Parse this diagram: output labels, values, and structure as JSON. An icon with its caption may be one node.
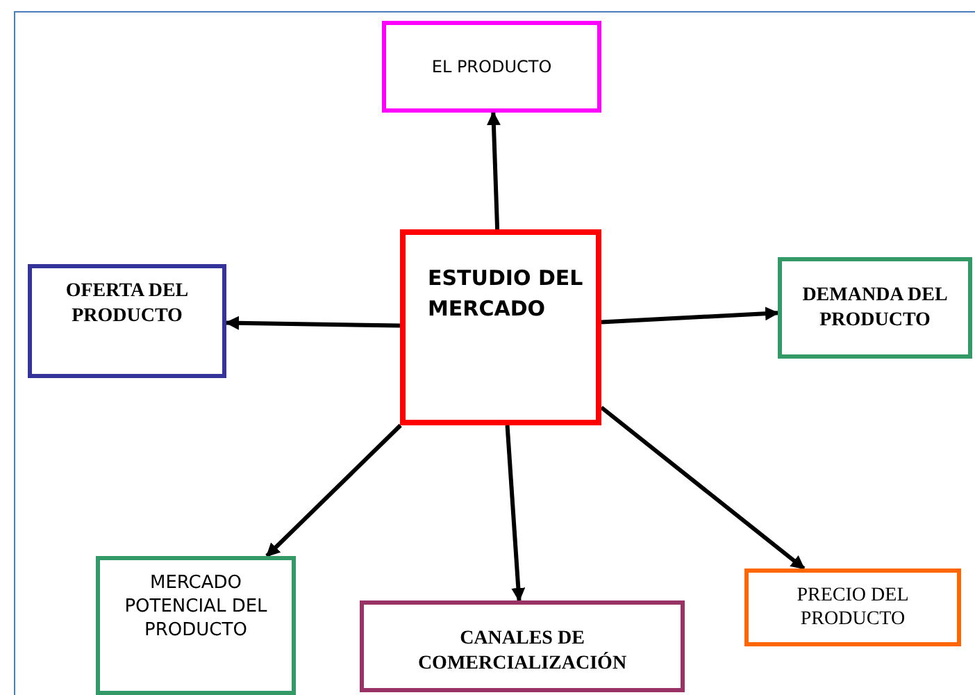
{
  "diagram": {
    "nodes": [
      {
        "text": [
          "ESTUDIO DEL MERCADO"
        ]
      },
      {
        "text": [
          "EL PRODUCTO"
        ]
      },
      {
        "text": [
          "OFERTA DEL PRODUCTO"
        ]
      },
      {
        "text": [
          "DEMANDA DEL PRODUCTO"
        ]
      },
      {
        "text": [
          "MERCADO POTENCIAL DEL PRODUCTO"
        ]
      },
      {
        "text": [
          "CANALES DE COMERCIALIZACIÓN"
        ]
      },
      {
        "text": [
          "PRECIO DEL PRODUCTO"
        ]
      }
    ],
    "edges": [
      {
        "from": 0,
        "to": 1,
        "arrow": "to"
      },
      {
        "from": 0,
        "to": 2,
        "arrow": "to"
      },
      {
        "from": 0,
        "to": 3,
        "arrow": "to"
      },
      {
        "from": 0,
        "to": 4,
        "arrow": "to"
      },
      {
        "from": 0,
        "to": 5,
        "arrow": "to"
      },
      {
        "from": 0,
        "to": 6,
        "arrow": "to"
      }
    ]
  }
}
